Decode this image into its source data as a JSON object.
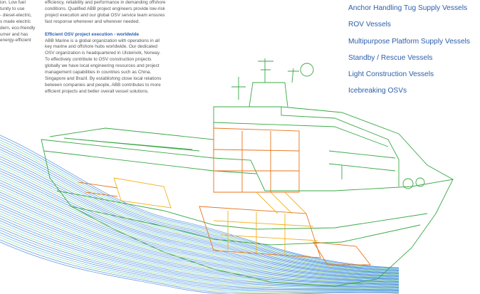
{
  "left_column": {
    "lines": [
      "ion. Low fuel",
      "tunity to use",
      "- diesel-electric,",
      "s made electric",
      "dern, eco-friendly",
      "urner and has",
      "energy-efficient"
    ]
  },
  "middle_column": {
    "intro_lines": [
      "efficiency, reliability and performance in demanding offshore",
      "conditions. Qualified ABB project engineers provide low-risk",
      "project execution and our global OSV service team ensures",
      "fast response whenever and wherever needed."
    ],
    "heading": "Efficient OSV project execution - worldwide",
    "body_lines": [
      "ABB Marine is a global organization with operations in all",
      "key marine and offshore hubs worldwide. Our dedicated",
      "OSV organization is headquartered in Ulsteinvik, Norway.",
      "To effectively contribute to OSV construction projects",
      "globally we have local engineering resources and project",
      "management capabilities in countries such as China,",
      "Singapore and Brazil. By establishing close local relations",
      "between companies and people, ABB contributes to more",
      "efficient projects and better overall vessel solutions."
    ]
  },
  "vessel_types": [
    "Anchor Handling Tug Supply Vessels",
    "ROV Vessels",
    "Multipurpose Platform Supply Vessels",
    "Standby / Rescue Vessels",
    "Light Construction Vessels",
    "Icebreaking OSVs"
  ],
  "illustration": {
    "icon": "offshore-supply-vessel-cutaway",
    "colors": {
      "hull": "#3aa845",
      "machinery_orange": "#e8741e",
      "machinery_yellow": "#f2b21b",
      "wake_blue": "#1d6fd6",
      "wake_cyan": "#38b6e0",
      "wake_green": "#7cc56a",
      "text_blue": "#2c5ea9"
    }
  }
}
